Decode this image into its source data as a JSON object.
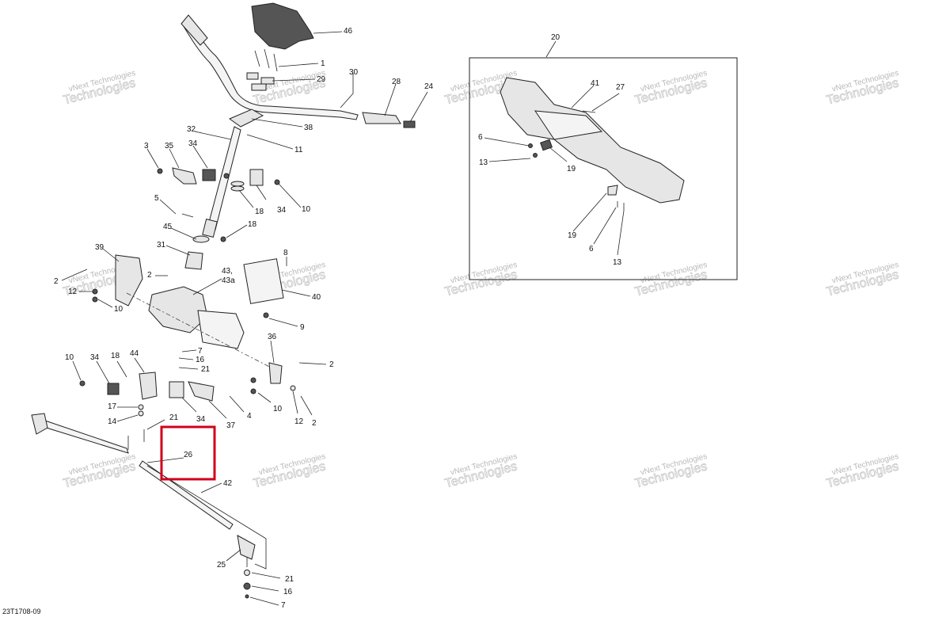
{
  "diagram_code": "23T1708-09",
  "watermark": {
    "line1": "vNext Technologies",
    "line2": "Technologies"
  },
  "callouts": [
    {
      "id": "46",
      "label": "46"
    },
    {
      "id": "1",
      "label": "1"
    },
    {
      "id": "29",
      "label": "29"
    },
    {
      "id": "30",
      "label": "30"
    },
    {
      "id": "28",
      "label": "28"
    },
    {
      "id": "24",
      "label": "24"
    },
    {
      "id": "38",
      "label": "38"
    },
    {
      "id": "11",
      "label": "11"
    },
    {
      "id": "32",
      "label": "32"
    },
    {
      "id": "3",
      "label": "3"
    },
    {
      "id": "35",
      "label": "35"
    },
    {
      "id": "34a",
      "label": "34"
    },
    {
      "id": "34b",
      "label": "34"
    },
    {
      "id": "18a",
      "label": "18"
    },
    {
      "id": "10a",
      "label": "10"
    },
    {
      "id": "5",
      "label": "5"
    },
    {
      "id": "45",
      "label": "45"
    },
    {
      "id": "18b",
      "label": "18"
    },
    {
      "id": "31",
      "label": "31"
    },
    {
      "id": "39",
      "label": "39"
    },
    {
      "id": "2a",
      "label": "2"
    },
    {
      "id": "2b",
      "label": "2"
    },
    {
      "id": "12a",
      "label": "12"
    },
    {
      "id": "10b",
      "label": "10"
    },
    {
      "id": "43",
      "label": "43,"
    },
    {
      "id": "43a",
      "label": "43a"
    },
    {
      "id": "40",
      "label": "40"
    },
    {
      "id": "8",
      "label": "8"
    },
    {
      "id": "9",
      "label": "9"
    },
    {
      "id": "7a",
      "label": "7"
    },
    {
      "id": "16a",
      "label": "16"
    },
    {
      "id": "21a",
      "label": "21"
    },
    {
      "id": "10c",
      "label": "10"
    },
    {
      "id": "34c",
      "label": "34"
    },
    {
      "id": "18c",
      "label": "18"
    },
    {
      "id": "44",
      "label": "44"
    },
    {
      "id": "36",
      "label": "36"
    },
    {
      "id": "2c",
      "label": "2"
    },
    {
      "id": "17",
      "label": "17"
    },
    {
      "id": "14",
      "label": "14"
    },
    {
      "id": "21b",
      "label": "21"
    },
    {
      "id": "34d",
      "label": "34"
    },
    {
      "id": "37",
      "label": "37"
    },
    {
      "id": "4",
      "label": "4"
    },
    {
      "id": "10d",
      "label": "10"
    },
    {
      "id": "12b",
      "label": "12"
    },
    {
      "id": "2d",
      "label": "2"
    },
    {
      "id": "26",
      "label": "26"
    },
    {
      "id": "42",
      "label": "42"
    },
    {
      "id": "25",
      "label": "25"
    },
    {
      "id": "21c",
      "label": "21"
    },
    {
      "id": "16b",
      "label": "16"
    },
    {
      "id": "7b",
      "label": "7"
    },
    {
      "id": "20",
      "label": "20"
    },
    {
      "id": "41",
      "label": "41"
    },
    {
      "id": "27",
      "label": "27"
    },
    {
      "id": "6a",
      "label": "6"
    },
    {
      "id": "13a",
      "label": "13"
    },
    {
      "id": "19a",
      "label": "19"
    },
    {
      "id": "19b",
      "label": "19"
    },
    {
      "id": "6b",
      "label": "6"
    },
    {
      "id": "13b",
      "label": "13"
    }
  ],
  "highlight": {
    "color": "#d0021b",
    "callout": "26"
  },
  "colors": {
    "line": "#222222",
    "part_fill": "#e6e6e6",
    "watermark": "#b9b9b9"
  }
}
